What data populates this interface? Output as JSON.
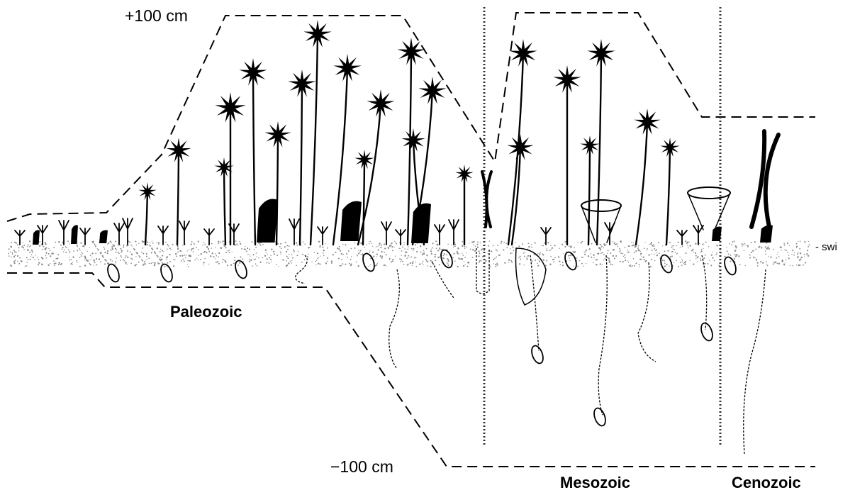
{
  "labels": {
    "top_scale": "+100 cm",
    "bottom_scale": "−100 cm",
    "interface": "- swi",
    "era_paleozoic": "Paleozoic",
    "era_mesozoic": "Mesozoic",
    "era_cenozoic": "Cenozoic"
  },
  "colors": {
    "ink": "#000000",
    "sediment_stipple": "#888888"
  }
}
